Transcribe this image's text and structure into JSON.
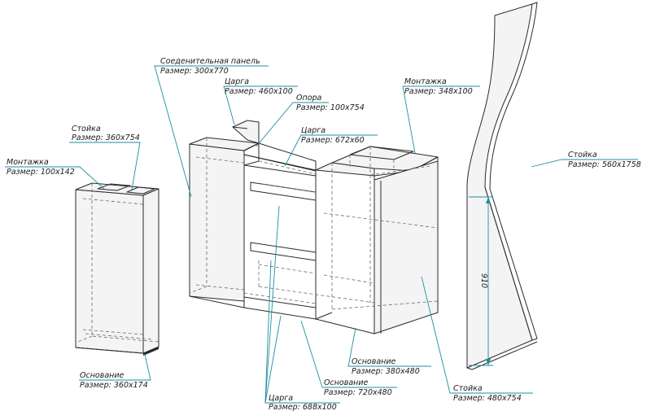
{
  "callouts": {
    "montazh_left": {
      "name": "Монтажка",
      "size": "Размер: 100x142"
    },
    "stoika_left": {
      "name": "Стойка",
      "size": "Размер: 360x754"
    },
    "osnovanie_left": {
      "name": "Основание",
      "size": "Размер: 360x174"
    },
    "soed_panel": {
      "name": "Соеденительная панель",
      "size": "Размер: 300x770"
    },
    "tsarga_top": {
      "name": "Царга",
      "size": "Размер: 460x100"
    },
    "opora": {
      "name": "Опора",
      "size": "Размер: 100x754"
    },
    "tsarga_mid": {
      "name": "Царга",
      "size": "Размер: 672x60"
    },
    "montazh_right": {
      "name": "Монтажка",
      "size": "Размер: 348x100"
    },
    "stoika_tall": {
      "name": "Стойка",
      "size": "Размер: 560x1758"
    },
    "osnovanie_mid": {
      "name": "Основание",
      "size": "Размер: 380x480"
    },
    "osnovanie_center": {
      "name": "Основание",
      "size": "Размер: 720x480"
    },
    "stoika_right": {
      "name": "Стойка",
      "size": "Размер: 480x754"
    },
    "tsarga_bottom": {
      "name": "Царга",
      "size": "Размер: 688x100"
    }
  },
  "dimension": {
    "value": "910"
  },
  "colors": {
    "leader": "#1d8fa0",
    "line": "#2a2a2a"
  }
}
